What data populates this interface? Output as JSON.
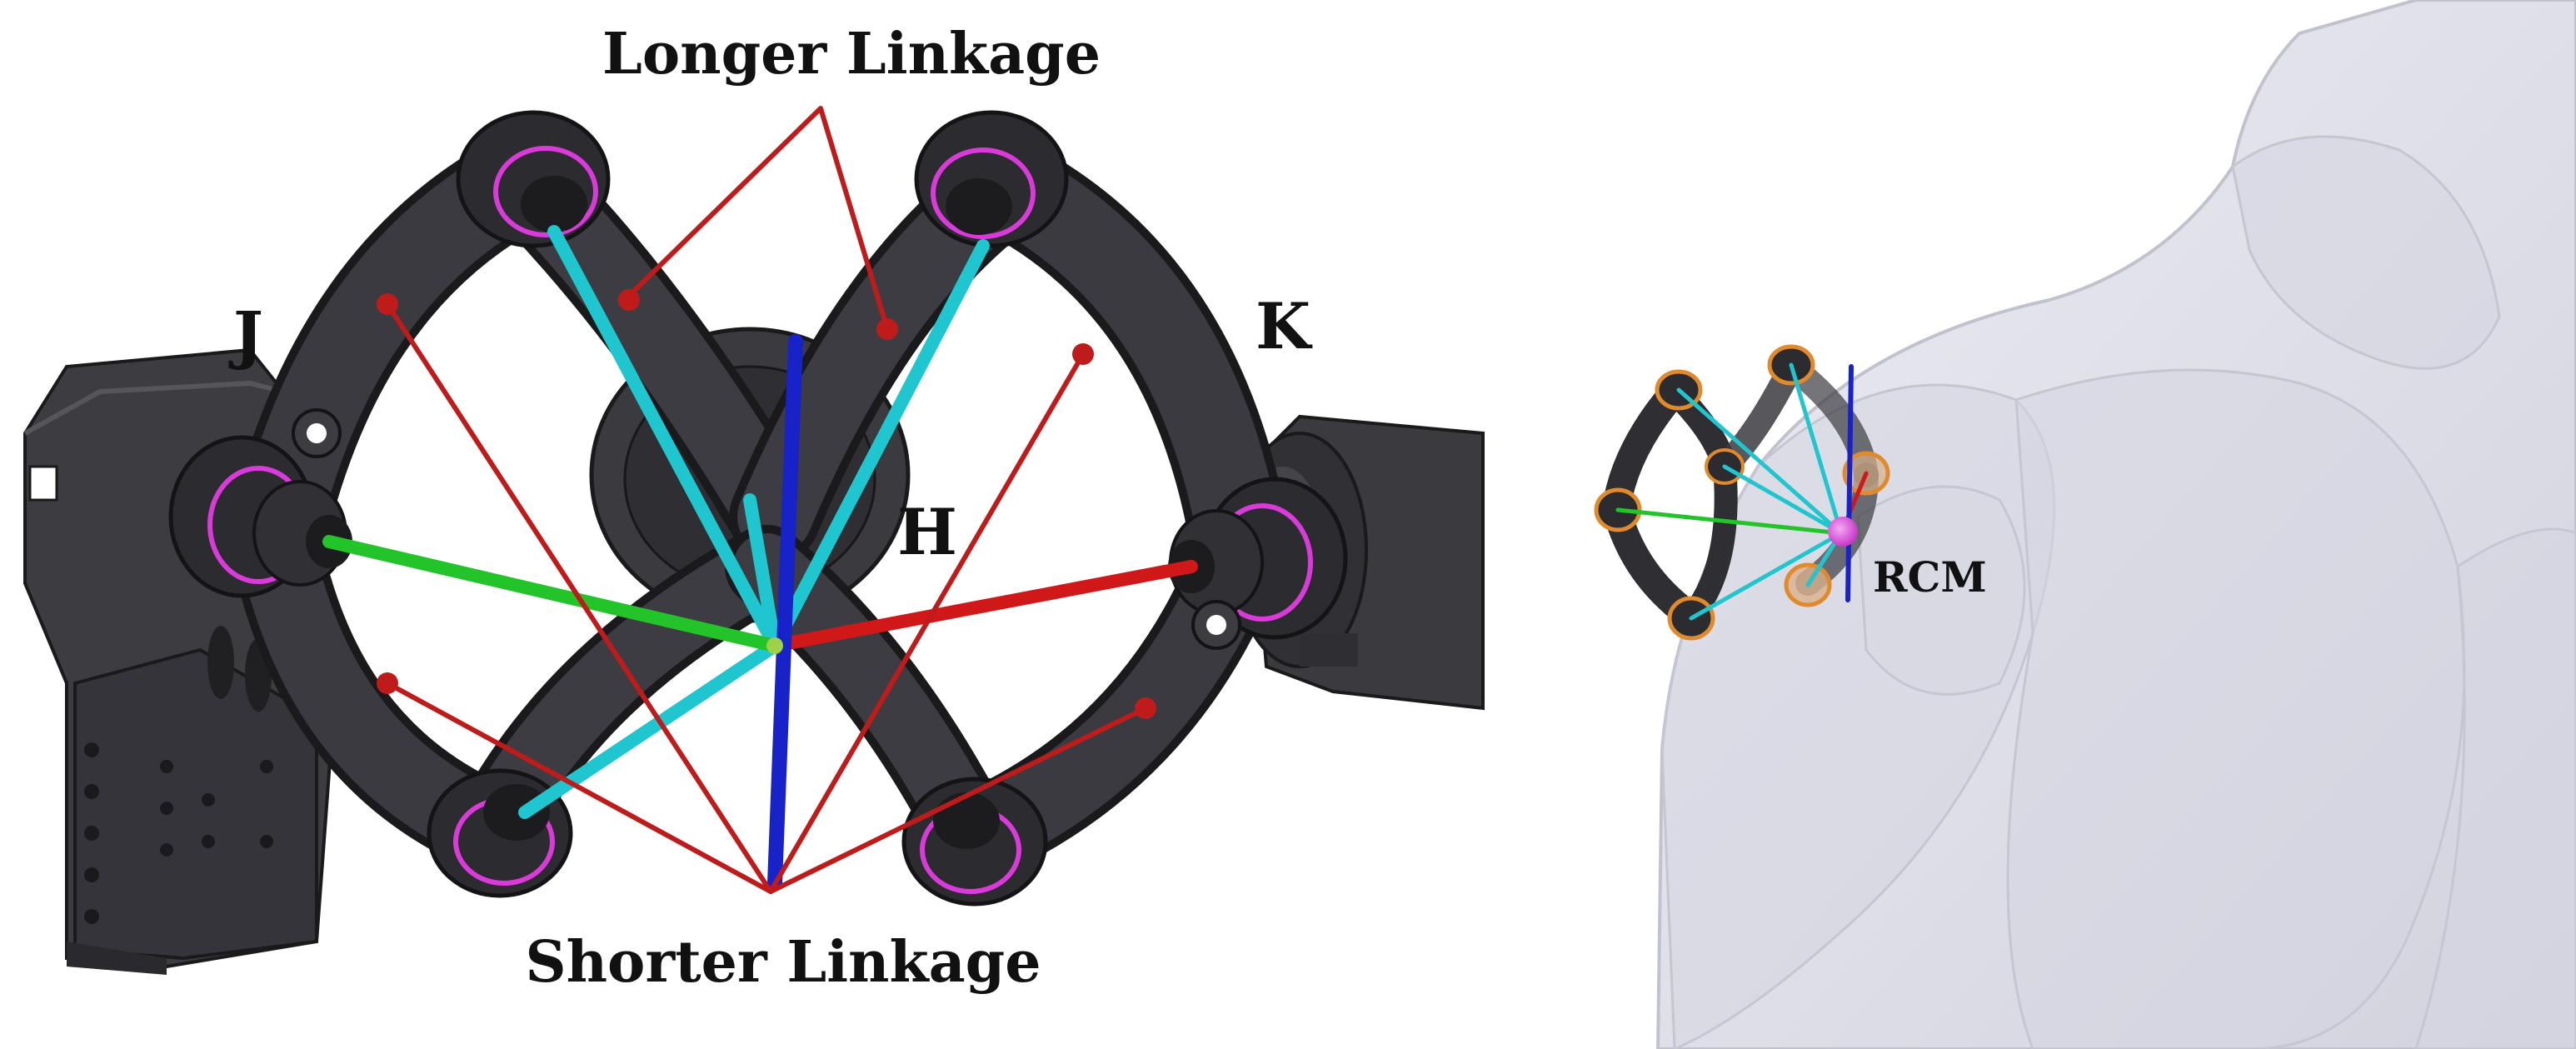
{
  "labels": {
    "longer_linkage": "Longer Linkage",
    "shorter_linkage": "Shorter Linkage",
    "joint_j": "J",
    "joint_k": "K",
    "joint_h": "H",
    "rcm": "RCM"
  },
  "colors": {
    "mechanism_body": "#38383c",
    "mechanism_edge": "#1c1c1e",
    "bearing_ring": "#d93ad9",
    "leader_line": "#c01b1b",
    "cyan_rod": "#1fc6cf",
    "green_rod": "#22c42a",
    "red_rod": "#d01818",
    "blue_axis": "#1722c8",
    "rcm_point": "#e050e0",
    "torso": "#dcdce6",
    "torso_shade": "#c9c9d6",
    "bearing_orange": "#e08a2c"
  }
}
